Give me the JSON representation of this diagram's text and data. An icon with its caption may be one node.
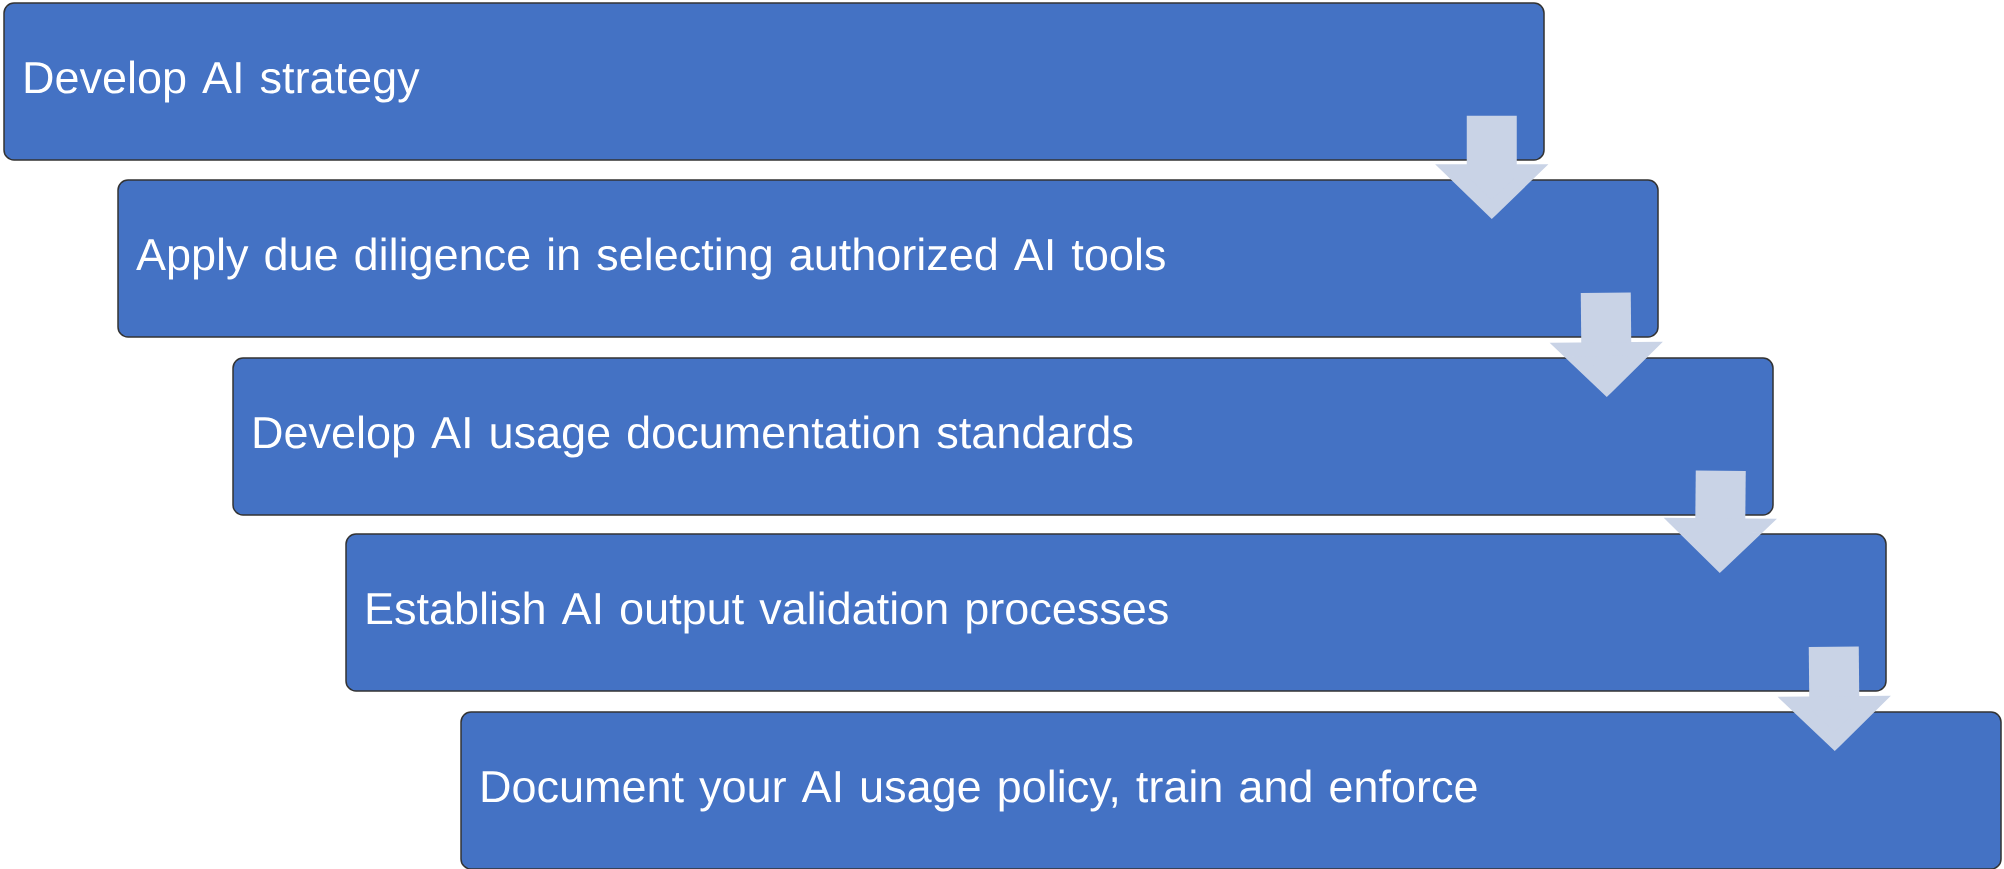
{
  "diagram": {
    "nodes": [
      {
        "text": [
          "Develop AI strategy"
        ]
      },
      {
        "text": [
          "Apply due diligence in selecting authorized AI tools"
        ]
      },
      {
        "text": [
          "Develop AI usage documentation standards"
        ]
      },
      {
        "text": [
          "Establish AI output validation processes"
        ]
      },
      {
        "text": [
          "Document your AI usage policy, train and enforce"
        ]
      }
    ],
    "edges": [
      {
        "from": 0,
        "to": 1,
        "arrow": "to"
      },
      {
        "from": 1,
        "to": 2,
        "arrow": "to"
      },
      {
        "from": 2,
        "to": 3,
        "arrow": "to"
      },
      {
        "from": 3,
        "to": 4,
        "arrow": "to"
      }
    ]
  }
}
